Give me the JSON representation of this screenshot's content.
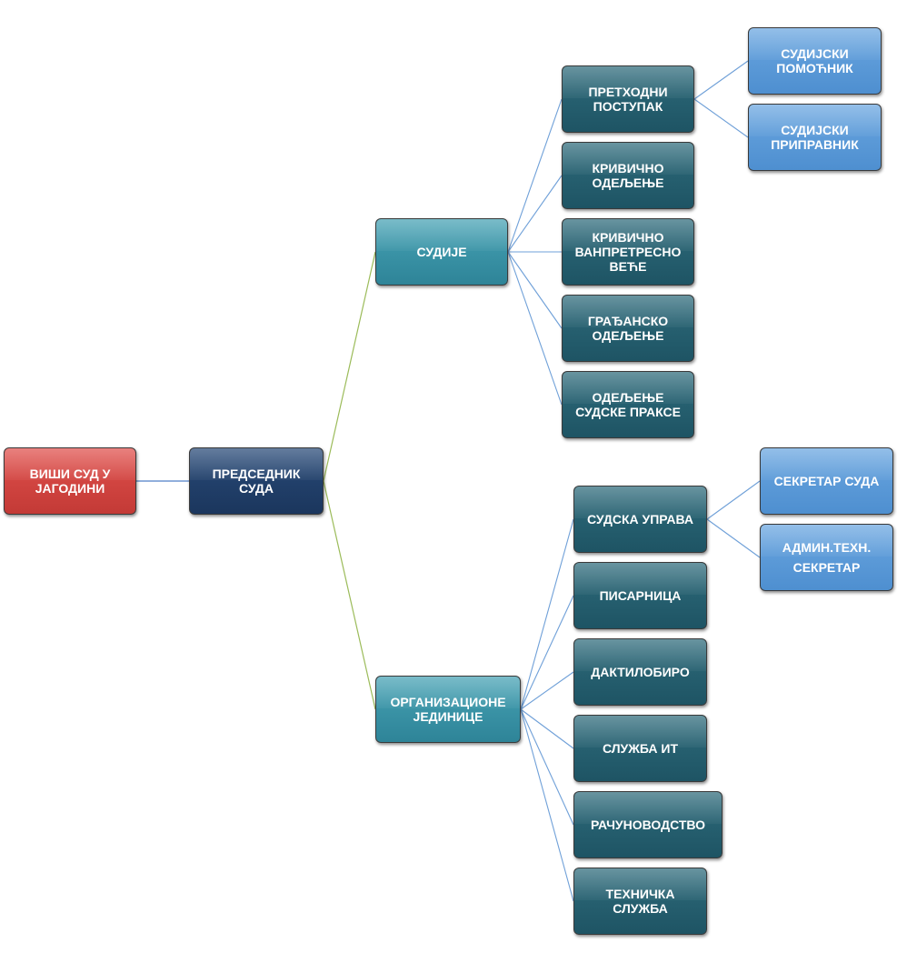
{
  "root": {
    "label": "ВИШИ СУД У\nЈАГОДИНИ",
    "color": "#cf403c"
  },
  "president": {
    "label": "ПРЕДСЕДНИК\nСУДА",
    "color": "#1b365d"
  },
  "judges": {
    "label": "СУДИЈЕ",
    "units": [
      {
        "label": "ПРЕТХОДНИ\nПОСТУПАК",
        "children": [
          {
            "label": "СУДИЈСКИ\nПОМОЋНИК"
          },
          {
            "label": "СУДИЈСКИ\nПРИПРАВНИК"
          }
        ]
      },
      {
        "label": "КРИВИЧНО\nОДЕЉЕЊЕ"
      },
      {
        "label": "КРИВИЧНО\nВАНПРЕТРЕСНО\nВЕЋЕ"
      },
      {
        "label": "ГРАЂАНСКО\nОДЕЉЕЊЕ"
      },
      {
        "label": "ОДЕЉЕЊЕ\nСУДСКЕ ПРАКСЕ"
      }
    ]
  },
  "org_units": {
    "label": "ОРГАНИЗАЦИОНЕ\nЈЕДИНИЦЕ",
    "units": [
      {
        "label": "СУДСКА УПРАВА",
        "children": [
          {
            "label": "СЕКРЕТАР СУДА"
          },
          {
            "label": "АДМИН.ТЕХН.\nСЕКРЕТАР"
          }
        ]
      },
      {
        "label": "ПИСАРНИЦА"
      },
      {
        "label": "ДАКТИЛОБИРО"
      },
      {
        "label": "СЛУЖБА ИТ"
      },
      {
        "label": "РАЧУНОВОДСТВО"
      },
      {
        "label": "ТЕХНИЧКА\nСЛУЖБА"
      }
    ]
  },
  "colors": {
    "level2": "#3a93a8",
    "level3": "#25606f",
    "level4": "#5b9bd8",
    "connector_green": "#9bbb59",
    "connector_blue": "#6fa0d8"
  }
}
